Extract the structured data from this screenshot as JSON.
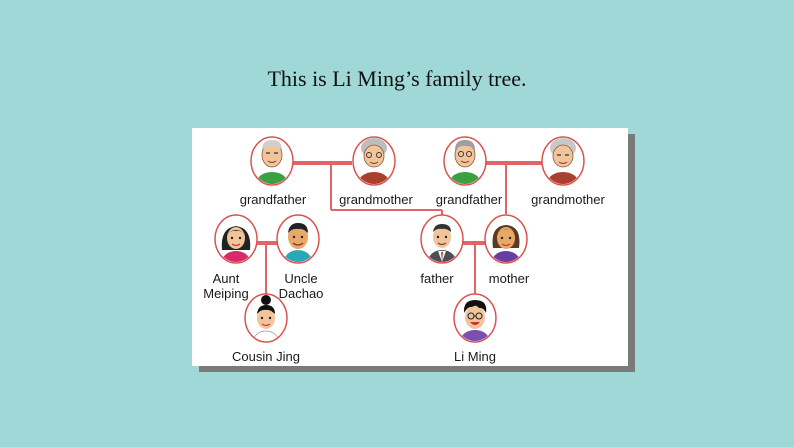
{
  "title": "This is Li Ming’s family tree.",
  "members": {
    "grandfather_paternal": {
      "label": "grandfather"
    },
    "grandmother_paternal": {
      "label": "grandmother"
    },
    "grandfather_maternal": {
      "label": "grandfather"
    },
    "grandmother_maternal": {
      "label": "grandmother"
    },
    "aunt": {
      "label_line1": "Aunt",
      "label_line2": "Meiping"
    },
    "uncle": {
      "label_line1": "Uncle",
      "label_line2": "Dachao"
    },
    "father": {
      "label": "father"
    },
    "mother": {
      "label": "mother"
    },
    "cousin": {
      "label": "Cousin Jing"
    },
    "li_ming": {
      "label": "Li Ming"
    }
  },
  "colors": {
    "background": "#a0d8d8",
    "card": "#ffffff",
    "connector": "#e06666",
    "portrait_ring": "#d9534f"
  }
}
